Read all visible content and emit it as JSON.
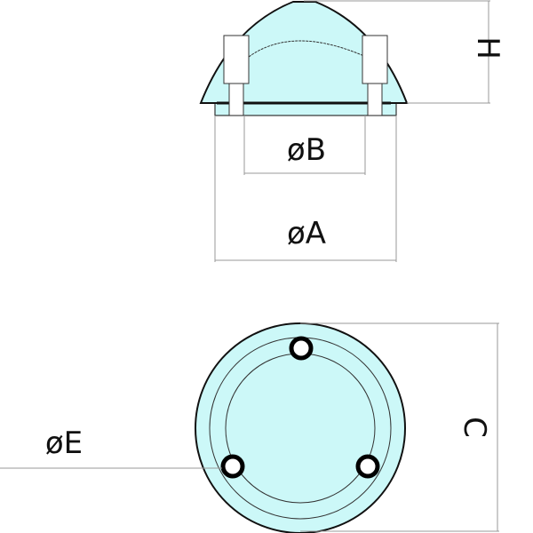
{
  "labels": {
    "height": "H",
    "diameter_b": "øB",
    "diameter_a": "øA",
    "diameter_e": "øE",
    "dimension_c": "C"
  },
  "colors": {
    "fill": "#ccf8f8",
    "outline": "#111111",
    "dimension_line": "#999999"
  }
}
